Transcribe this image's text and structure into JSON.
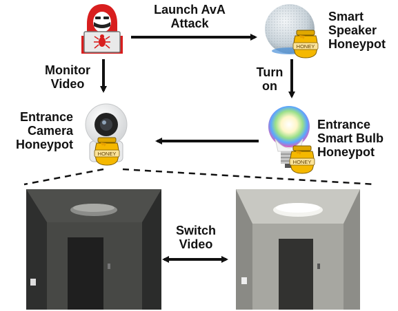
{
  "edges": {
    "launch_line1": "Launch AvA",
    "launch_line2": "Attack",
    "monitor_line1": "Monitor",
    "monitor_line2": "Video",
    "turn_on_line1": "Turn",
    "turn_on_line2": "on",
    "switch_line1": "Switch",
    "switch_line2": "Video"
  },
  "nodes": {
    "speaker_line1": "Smart",
    "speaker_line2": "Speaker",
    "speaker_line3": "Honeypot",
    "camera_line1": "Entrance",
    "camera_line2": "Camera",
    "camera_line3": "Honeypot",
    "bulb_line1": "Entrance",
    "bulb_line2": "Smart Bulb",
    "bulb_line3": "Honeypot"
  },
  "honey_label": "HONEY",
  "icons": {
    "attacker": "hacker-icon",
    "speaker": "smart-speaker-icon",
    "camera": "security-camera-icon",
    "bulb": "smart-bulb-icon",
    "honey": "honey-pot-icon"
  },
  "colors": {
    "attacker_red": "#d81e1e",
    "honey_yellow": "#f5b800",
    "arrow": "#111111"
  }
}
